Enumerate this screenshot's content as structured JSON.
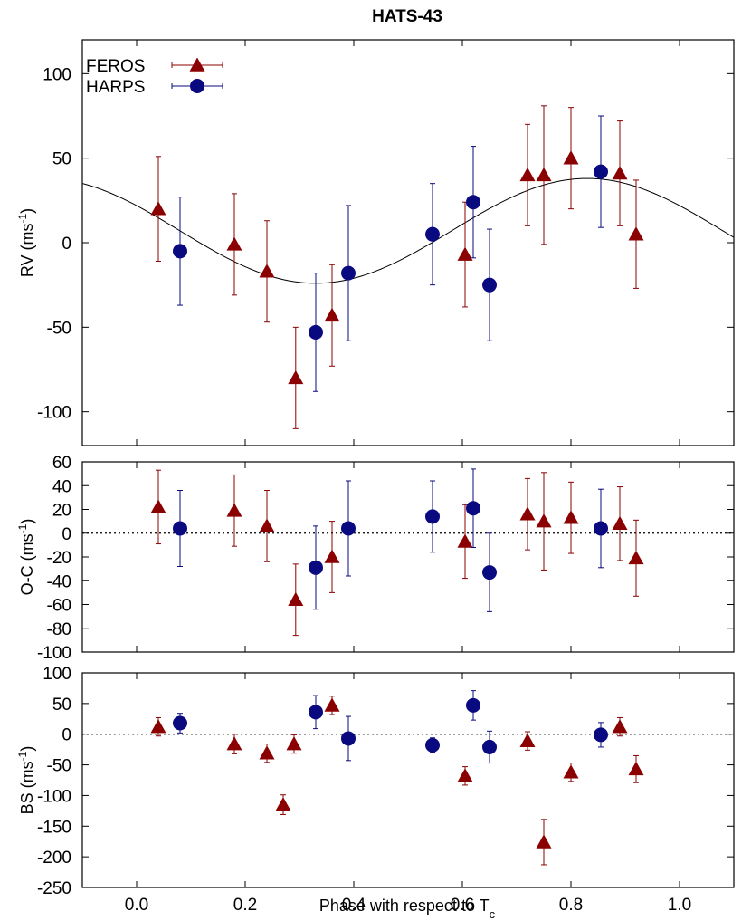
{
  "title": "HATS-43",
  "chart_data": {
    "type": "scatter",
    "xlabel": "Phase with respect to T",
    "xlabel_sub": "c",
    "xlim": [
      -0.1,
      1.1
    ],
    "xticks": [
      "0.0",
      "0.2",
      "0.4",
      "0.6",
      "0.8",
      "1.0"
    ],
    "colors": {
      "FEROS": "#8b0000",
      "HARPS": "#0a0a80",
      "model": "#000000"
    },
    "legend": [
      "FEROS",
      "HARPS"
    ],
    "panels": [
      {
        "id": "rv",
        "ylabel": "RV (ms",
        "ylabel_sup": "-1",
        "ylabel_end": ")",
        "ylim": [
          -120,
          120
        ],
        "yticks": [
          -100,
          -50,
          0,
          50,
          100
        ],
        "model": {
          "offset": 7,
          "amplitude": 31,
          "peak_phase": 0.83
        },
        "series": [
          {
            "name": "FEROS",
            "marker": "triangle",
            "points": [
              [
                0.04,
                20,
                31
              ],
              [
                0.18,
                -1,
                30
              ],
              [
                0.24,
                -17,
                30
              ],
              [
                0.293,
                -80,
                30
              ],
              [
                0.36,
                -43,
                30
              ],
              [
                0.605,
                -7,
                31
              ],
              [
                0.72,
                40,
                30
              ],
              [
                0.75,
                40,
                41
              ],
              [
                0.8,
                50,
                30
              ],
              [
                0.89,
                41,
                31
              ],
              [
                0.92,
                5,
                32
              ]
            ]
          },
          {
            "name": "HARPS",
            "marker": "circle",
            "points": [
              [
                0.08,
                -5,
                32
              ],
              [
                0.33,
                -53,
                35
              ],
              [
                0.39,
                -18,
                40
              ],
              [
                0.545,
                5,
                30
              ],
              [
                0.62,
                24,
                33
              ],
              [
                0.65,
                -25,
                33
              ],
              [
                0.855,
                42,
                33
              ]
            ]
          }
        ]
      },
      {
        "id": "oc",
        "ylabel": "O-C (ms",
        "ylabel_sup": "-1",
        "ylabel_end": ")",
        "ylim": [
          -100,
          60
        ],
        "yticks": [
          -100,
          -80,
          -60,
          -40,
          -20,
          0,
          20,
          40,
          60
        ],
        "zero_line": true,
        "series": [
          {
            "name": "FEROS",
            "marker": "triangle",
            "points": [
              [
                0.04,
                22,
                31
              ],
              [
                0.18,
                19,
                30
              ],
              [
                0.24,
                6,
                30
              ],
              [
                0.293,
                -56,
                30
              ],
              [
                0.36,
                -20,
                30
              ],
              [
                0.605,
                -7,
                31
              ],
              [
                0.72,
                16,
                30
              ],
              [
                0.75,
                10,
                41
              ],
              [
                0.8,
                13,
                30
              ],
              [
                0.89,
                8,
                31
              ],
              [
                0.92,
                -21,
                32
              ]
            ]
          },
          {
            "name": "HARPS",
            "marker": "circle",
            "points": [
              [
                0.08,
                4,
                32
              ],
              [
                0.33,
                -29,
                35
              ],
              [
                0.39,
                4,
                40
              ],
              [
                0.545,
                14,
                30
              ],
              [
                0.62,
                21,
                33
              ],
              [
                0.65,
                -33,
                33
              ],
              [
                0.855,
                4,
                33
              ]
            ]
          }
        ]
      },
      {
        "id": "bs",
        "ylabel": "BS (ms",
        "ylabel_sup": "-1",
        "ylabel_end": ")",
        "ylim": [
          -250,
          100
        ],
        "yticks": [
          -250,
          -200,
          -150,
          -100,
          -50,
          0,
          50,
          100
        ],
        "zero_line": true,
        "series": [
          {
            "name": "FEROS",
            "marker": "triangle",
            "points": [
              [
                0.04,
                12,
                15
              ],
              [
                0.18,
                -16,
                16
              ],
              [
                0.24,
                -31,
                15
              ],
              [
                0.27,
                -115,
                16
              ],
              [
                0.29,
                -16,
                15
              ],
              [
                0.36,
                47,
                15
              ],
              [
                0.605,
                -68,
                15
              ],
              [
                0.72,
                -11,
                15
              ],
              [
                0.75,
                -176,
                37
              ],
              [
                0.8,
                -62,
                15
              ],
              [
                0.89,
                12,
                15
              ],
              [
                0.92,
                -57,
                22
              ]
            ]
          },
          {
            "name": "HARPS",
            "marker": "circle",
            "points": [
              [
                0.08,
                18,
                16
              ],
              [
                0.33,
                36,
                27
              ],
              [
                0.39,
                -7,
                36
              ],
              [
                0.545,
                -18,
                12
              ],
              [
                0.62,
                47,
                24
              ],
              [
                0.65,
                -21,
                26
              ],
              [
                0.855,
                -1,
                20
              ]
            ]
          }
        ]
      }
    ]
  }
}
